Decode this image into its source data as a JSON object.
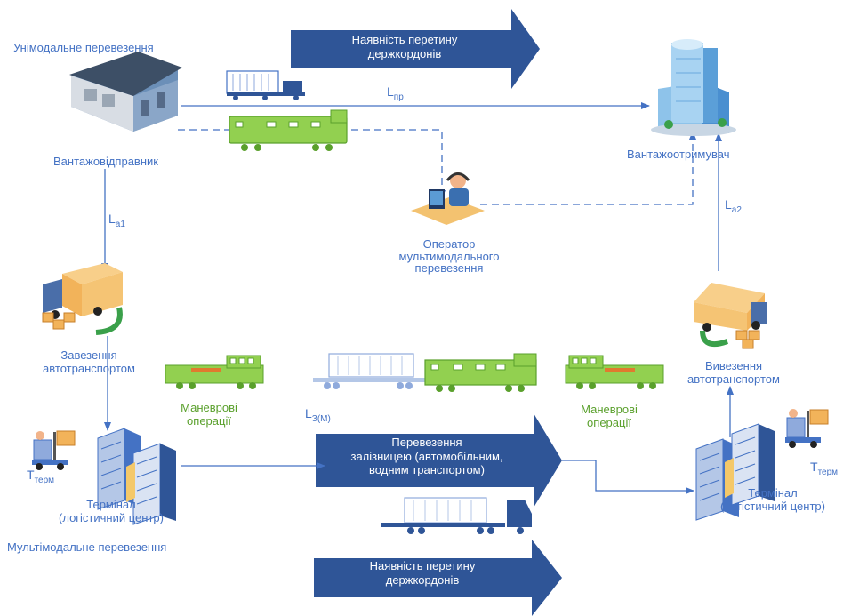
{
  "colors": {
    "blue": "#4472c4",
    "arrow_blue": "#2f5597",
    "green": "#5aa02c",
    "train_green": "#92d050",
    "orange": "#e07a2e"
  },
  "labels": {
    "unimodal": "Унімодальне перевезення",
    "multimodal": "Мультімодальне перевезення",
    "shipper": "Вантажовідправник",
    "consignee": "Вантажоотримувач",
    "operator": "Оператор\nмультимодального\nперевезення",
    "import_truck": "Завезення\nавтотранспортом",
    "export_truck": "Вивезення\nавтотранспортом",
    "shunting_left": "Маневрові\nоперації",
    "shunting_right": "Маневрові\nоперації",
    "terminal_left": "Термінал\n(логістичний центр)",
    "terminal_right": "Термінал\n(логістичний центр)"
  },
  "arrows": {
    "top_border": "Наявність перетину\nдержкордонів",
    "bottom_border": "Наявність перетину\nдержкордонів",
    "rail": "Перевезення\nзалізницею (автомобільним,\nводним транспортом)"
  },
  "vars": {
    "lpr": {
      "base": "L",
      "sub": "пр"
    },
    "la1": {
      "base": "L",
      "sub": "a1"
    },
    "la2": {
      "base": "L",
      "sub": "a2"
    },
    "lzm": {
      "base": "L",
      "sub": "З(М)"
    },
    "tterm_left": {
      "base": "Т",
      "sub": "терм"
    },
    "tterm_right": {
      "base": "Т",
      "sub": "терм"
    }
  },
  "icons": [
    "warehouse-icon",
    "office-building-icon",
    "truck-icon",
    "locomotive-icon",
    "container-railcar-icon",
    "operator-workstation-icon",
    "delivery-truck-icon",
    "server-terminal-icon",
    "forklift-icon",
    "container-truck-icon"
  ]
}
